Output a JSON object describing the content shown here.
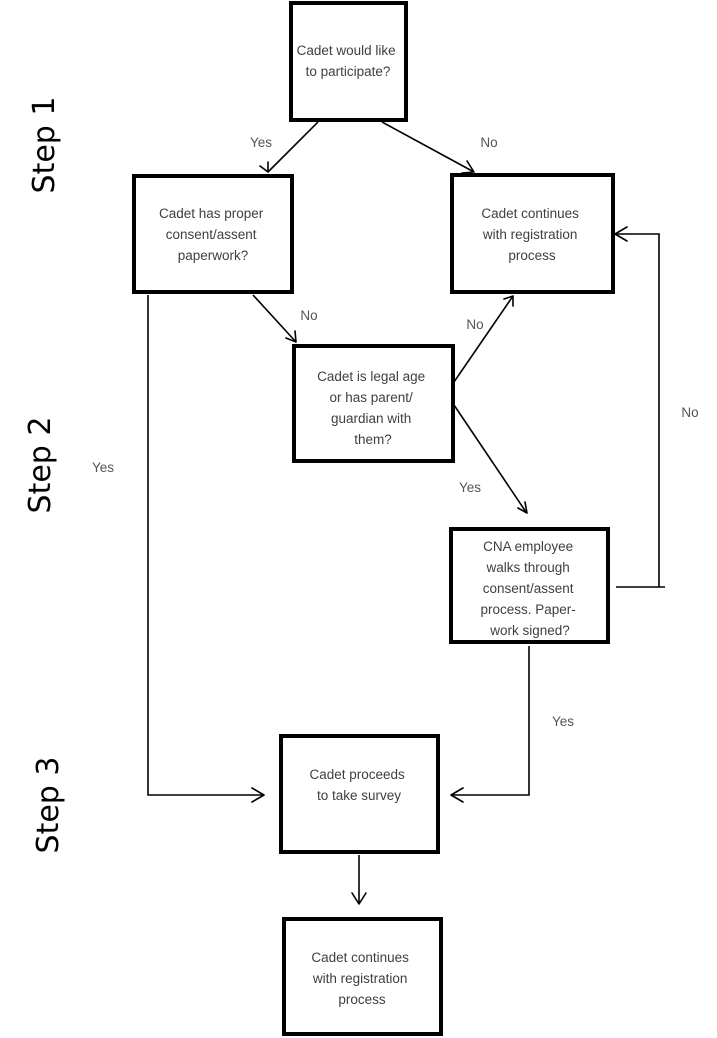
{
  "steps": [
    "Step 1",
    "Step 2",
    "Step 3"
  ],
  "nodes": [
    {
      "id": "participate",
      "lines": [
        "Cadet would like",
        "to participate?"
      ]
    },
    {
      "id": "has-paperwork",
      "lines": [
        "Cadet has proper",
        "consent/assent",
        "paperwork?"
      ]
    },
    {
      "id": "continue-registration-top",
      "lines": [
        "Cadet continues",
        "with registration",
        "process"
      ]
    },
    {
      "id": "legal-age",
      "lines": [
        "Cadet is legal age",
        "or has parent/",
        "guardian with",
        "them?"
      ]
    },
    {
      "id": "cna-walkthrough",
      "lines": [
        "CNA employee",
        "walks through",
        "consent/assent",
        "process. Paper-",
        "work signed?"
      ]
    },
    {
      "id": "take-survey",
      "lines": [
        "Cadet proceeds",
        "to take survey"
      ]
    },
    {
      "id": "continue-registration-bottom",
      "lines": [
        "Cadet continues",
        "with registration",
        "process"
      ]
    }
  ],
  "edges": [
    {
      "from": "participate",
      "to": "has-paperwork",
      "label": "Yes"
    },
    {
      "from": "participate",
      "to": "continue-registration-top",
      "label": "No"
    },
    {
      "from": "has-paperwork",
      "to": "legal-age",
      "label": "No"
    },
    {
      "from": "has-paperwork",
      "to": "take-survey",
      "label": "Yes"
    },
    {
      "from": "legal-age",
      "to": "continue-registration-top",
      "label": "No"
    },
    {
      "from": "legal-age",
      "to": "cna-walkthrough",
      "label": "Yes"
    },
    {
      "from": "cna-walkthrough",
      "to": "continue-registration-top",
      "label": "No"
    },
    {
      "from": "cna-walkthrough",
      "to": "take-survey",
      "label": "Yes"
    },
    {
      "from": "take-survey",
      "to": "continue-registration-bottom",
      "label": ""
    }
  ]
}
